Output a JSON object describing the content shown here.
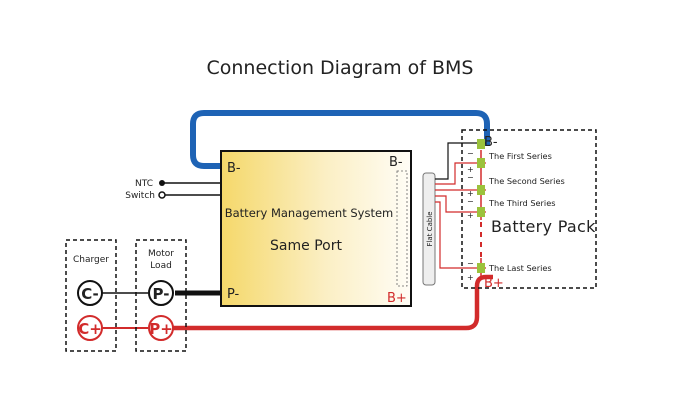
{
  "title": "Connection Diagram of BMS",
  "bms": {
    "name": "Battery Management System",
    "port_type": "Same Port",
    "b_minus_left": "B-",
    "b_minus_right": "B-",
    "p_minus": "P-",
    "b_plus": "B+"
  },
  "inputs": {
    "ntc": "NTC",
    "switch": "Switch"
  },
  "flat_cable": "Flat Cable",
  "battery_pack": {
    "label": "Battery Pack",
    "b_minus": "B-",
    "b_plus": "B+",
    "series": [
      "The First Series",
      "The Second Series",
      "The Third Series",
      "The Last Series"
    ]
  },
  "charger": {
    "label": "Charger",
    "minus": "C-",
    "plus": "C+"
  },
  "motor": {
    "label": "Motor\nLoad",
    "minus": "P-",
    "plus": "P+"
  },
  "colors": {
    "negative": "#1e63b5",
    "positive": "#d22b2b",
    "wire": "#111111",
    "connector": "#9bc23c"
  }
}
